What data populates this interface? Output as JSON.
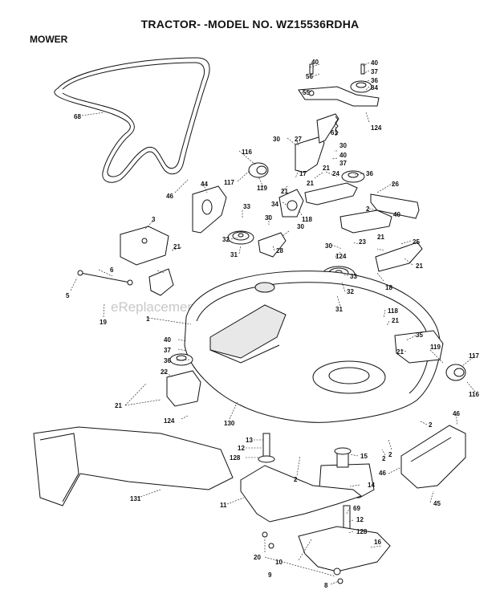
{
  "header": {
    "title": "TRACTOR- -MODEL NO. WZ15536RDHA"
  },
  "section": {
    "label": "MOWER"
  },
  "watermark": "eReplacementParts.com",
  "callouts": [
    {
      "id": "c1",
      "text": "40"
    },
    {
      "id": "c2",
      "text": "56"
    },
    {
      "id": "c3",
      "text": "40"
    },
    {
      "id": "c4",
      "text": "37"
    },
    {
      "id": "c5",
      "text": "36"
    },
    {
      "id": "c6",
      "text": "84"
    },
    {
      "id": "c7",
      "text": "55"
    },
    {
      "id": "c8",
      "text": "124"
    },
    {
      "id": "c9",
      "text": "68"
    },
    {
      "id": "c10",
      "text": "61"
    },
    {
      "id": "c11",
      "text": "30"
    },
    {
      "id": "c12",
      "text": "27"
    },
    {
      "id": "c13",
      "text": "30"
    },
    {
      "id": "c14",
      "text": "40"
    },
    {
      "id": "c15",
      "text": "37"
    },
    {
      "id": "c16",
      "text": "36"
    },
    {
      "id": "c17",
      "text": "116"
    },
    {
      "id": "c18",
      "text": "117"
    },
    {
      "id": "c19",
      "text": "119"
    },
    {
      "id": "c20",
      "text": "21"
    },
    {
      "id": "c21",
      "text": "17"
    },
    {
      "id": "c22",
      "text": "21"
    },
    {
      "id": "c23",
      "text": "24"
    },
    {
      "id": "c24",
      "text": "26"
    },
    {
      "id": "c25",
      "text": "46"
    },
    {
      "id": "c26",
      "text": "44"
    },
    {
      "id": "c27",
      "text": "34"
    },
    {
      "id": "c28",
      "text": "118"
    },
    {
      "id": "c29",
      "text": "2"
    },
    {
      "id": "c30",
      "text": "40"
    },
    {
      "id": "c31",
      "text": "21"
    },
    {
      "id": "c32",
      "text": "33"
    },
    {
      "id": "c33",
      "text": "30"
    },
    {
      "id": "c34",
      "text": "30"
    },
    {
      "id": "c35",
      "text": "3"
    },
    {
      "id": "c36",
      "text": "32"
    },
    {
      "id": "c37",
      "text": "28"
    },
    {
      "id": "c38",
      "text": "23"
    },
    {
      "id": "c39",
      "text": "21"
    },
    {
      "id": "c40",
      "text": "25"
    },
    {
      "id": "c41",
      "text": "21"
    },
    {
      "id": "c42",
      "text": "31"
    },
    {
      "id": "c43",
      "text": "30"
    },
    {
      "id": "c44",
      "text": "124"
    },
    {
      "id": "c45",
      "text": "21"
    },
    {
      "id": "c46",
      "text": "6"
    },
    {
      "id": "c47",
      "text": "33"
    },
    {
      "id": "c48",
      "text": "5"
    },
    {
      "id": "c49",
      "text": "18"
    },
    {
      "id": "c50",
      "text": "32"
    },
    {
      "id": "c51",
      "text": "19"
    },
    {
      "id": "c52",
      "text": "31"
    },
    {
      "id": "c53",
      "text": "1"
    },
    {
      "id": "c54",
      "text": "118"
    },
    {
      "id": "c55",
      "text": "21"
    },
    {
      "id": "c56",
      "text": "35"
    },
    {
      "id": "c57",
      "text": "40"
    },
    {
      "id": "c58",
      "text": "37"
    },
    {
      "id": "c59",
      "text": "21"
    },
    {
      "id": "c60",
      "text": "119"
    },
    {
      "id": "c61",
      "text": "36"
    },
    {
      "id": "c62",
      "text": "117"
    },
    {
      "id": "c63",
      "text": "22"
    },
    {
      "id": "c64",
      "text": "116"
    },
    {
      "id": "c65",
      "text": "21"
    },
    {
      "id": "c66",
      "text": "46"
    },
    {
      "id": "c67",
      "text": "124"
    },
    {
      "id": "c68",
      "text": "130"
    },
    {
      "id": "c69",
      "text": "2"
    },
    {
      "id": "c70",
      "text": "13"
    },
    {
      "id": "c71",
      "text": "12"
    },
    {
      "id": "c72",
      "text": "2"
    },
    {
      "id": "c73",
      "text": "128"
    },
    {
      "id": "c74",
      "text": "15"
    },
    {
      "id": "c75",
      "text": "2"
    },
    {
      "id": "c76",
      "text": "46"
    },
    {
      "id": "c77",
      "text": "2"
    },
    {
      "id": "c78",
      "text": "14"
    },
    {
      "id": "c79",
      "text": "45"
    },
    {
      "id": "c80",
      "text": "131"
    },
    {
      "id": "c81",
      "text": "11"
    },
    {
      "id": "c82",
      "text": "69"
    },
    {
      "id": "c83",
      "text": "12"
    },
    {
      "id": "c84",
      "text": "128"
    },
    {
      "id": "c85",
      "text": "16"
    },
    {
      "id": "c86",
      "text": "20"
    },
    {
      "id": "c87",
      "text": "10"
    },
    {
      "id": "c88",
      "text": "9"
    },
    {
      "id": "c89",
      "text": "8"
    }
  ]
}
